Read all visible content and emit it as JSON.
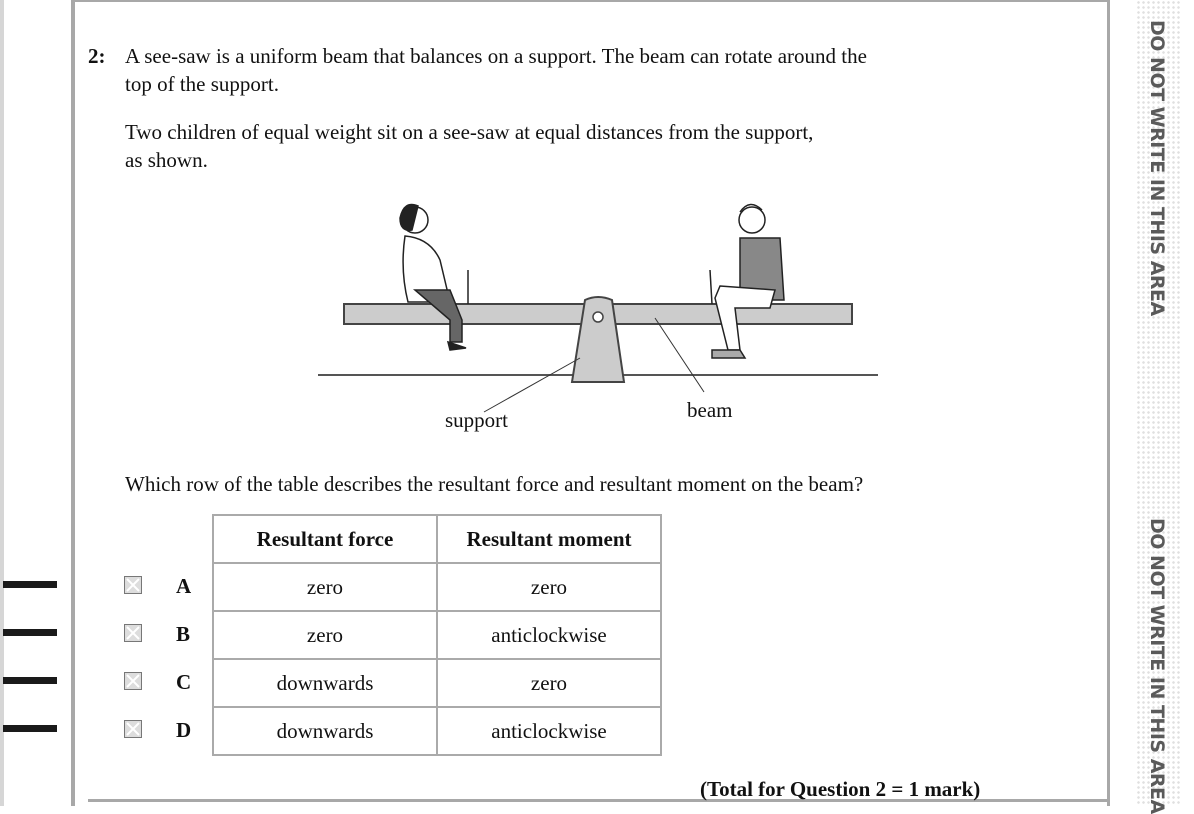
{
  "question": {
    "number": "2:",
    "intro": "A see-saw is a uniform beam that balances on a support. The beam can rotate around the",
    "intro2": "top of the support.",
    "para": "Two children of equal weight sit on a see-saw at equal distances from the support,",
    "para2": "as shown.",
    "prompt": "Which row of the table describes the resultant force and resultant moment on the beam?",
    "total": "(Total for Question 2 = 1 mark)"
  },
  "diagram": {
    "label_support": "support",
    "label_beam": "beam"
  },
  "table": {
    "headers": [
      "Resultant force",
      "Resultant moment"
    ],
    "rows": [
      {
        "letter": "A",
        "force": "zero",
        "moment": "zero"
      },
      {
        "letter": "B",
        "force": "zero",
        "moment": "anticlockwise"
      },
      {
        "letter": "C",
        "force": "downwards",
        "moment": "zero"
      },
      {
        "letter": "D",
        "force": "downwards",
        "moment": "anticlockwise"
      }
    ]
  },
  "margin": {
    "warning": "DO NOT WRITE IN THIS AREA",
    "warning2": "DO NOT WRITE IN THIS AREA"
  }
}
